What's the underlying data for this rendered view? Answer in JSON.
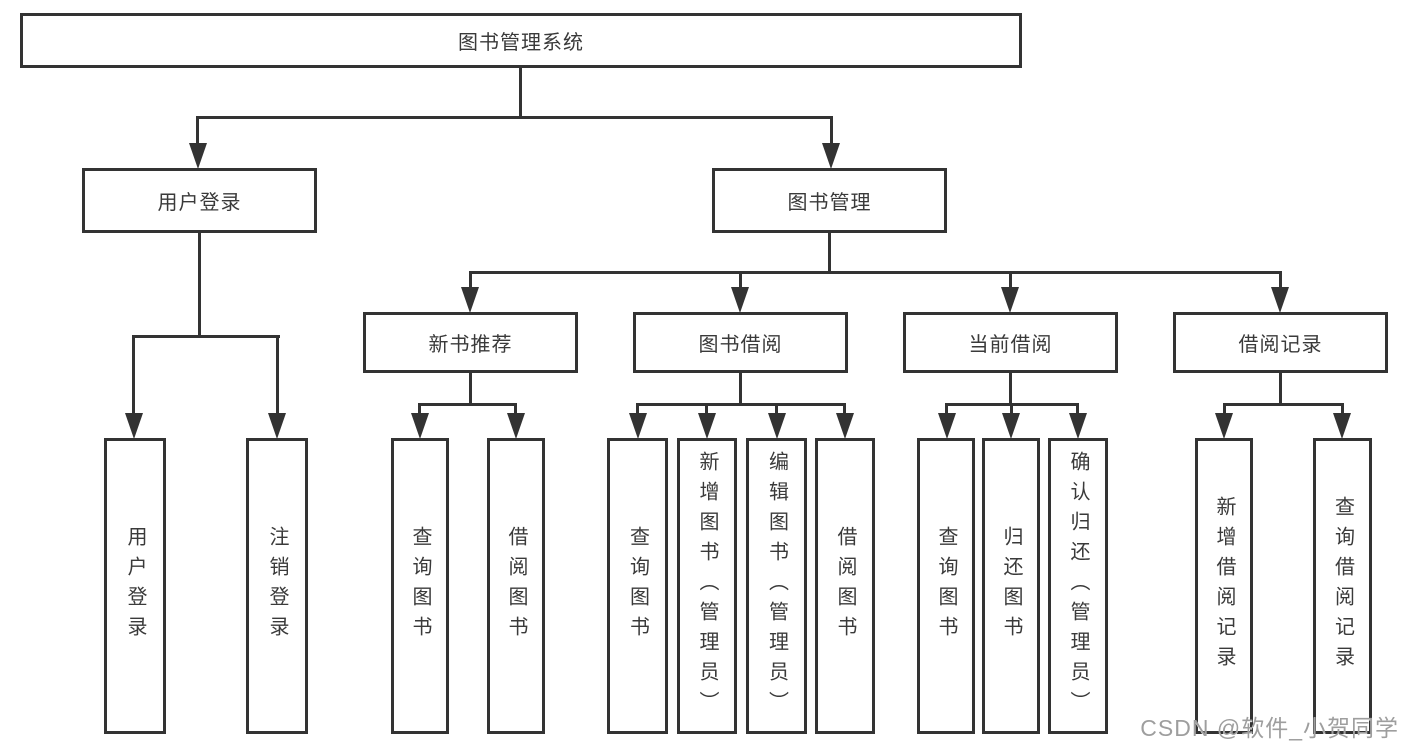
{
  "colors": {
    "line": "#333333",
    "text": "#3a3a3a",
    "background": "#ffffff",
    "watermark": "#9e9e9e"
  },
  "watermark": {
    "text": "CSDN @软件_小贺同学"
  },
  "tree": {
    "label": "图书管理系统",
    "children": [
      {
        "label": "用户登录",
        "children": [
          {
            "label": "用户登录"
          },
          {
            "label": "注销登录"
          }
        ]
      },
      {
        "label": "图书管理",
        "children": [
          {
            "label": "新书推荐",
            "children": [
              {
                "label": "查询图书"
              },
              {
                "label": "借阅图书"
              }
            ]
          },
          {
            "label": "图书借阅",
            "children": [
              {
                "label": "查询图书"
              },
              {
                "label": "新增图书（管理员）"
              },
              {
                "label": "编辑图书（管理员）"
              },
              {
                "label": "借阅图书"
              }
            ]
          },
          {
            "label": "当前借阅",
            "children": [
              {
                "label": "查询图书"
              },
              {
                "label": "归还图书"
              },
              {
                "label": "确认归还（管理员）"
              }
            ]
          },
          {
            "label": "借阅记录",
            "children": [
              {
                "label": "新增借阅记录"
              },
              {
                "label": "查询借阅记录"
              }
            ]
          }
        ]
      }
    ]
  }
}
